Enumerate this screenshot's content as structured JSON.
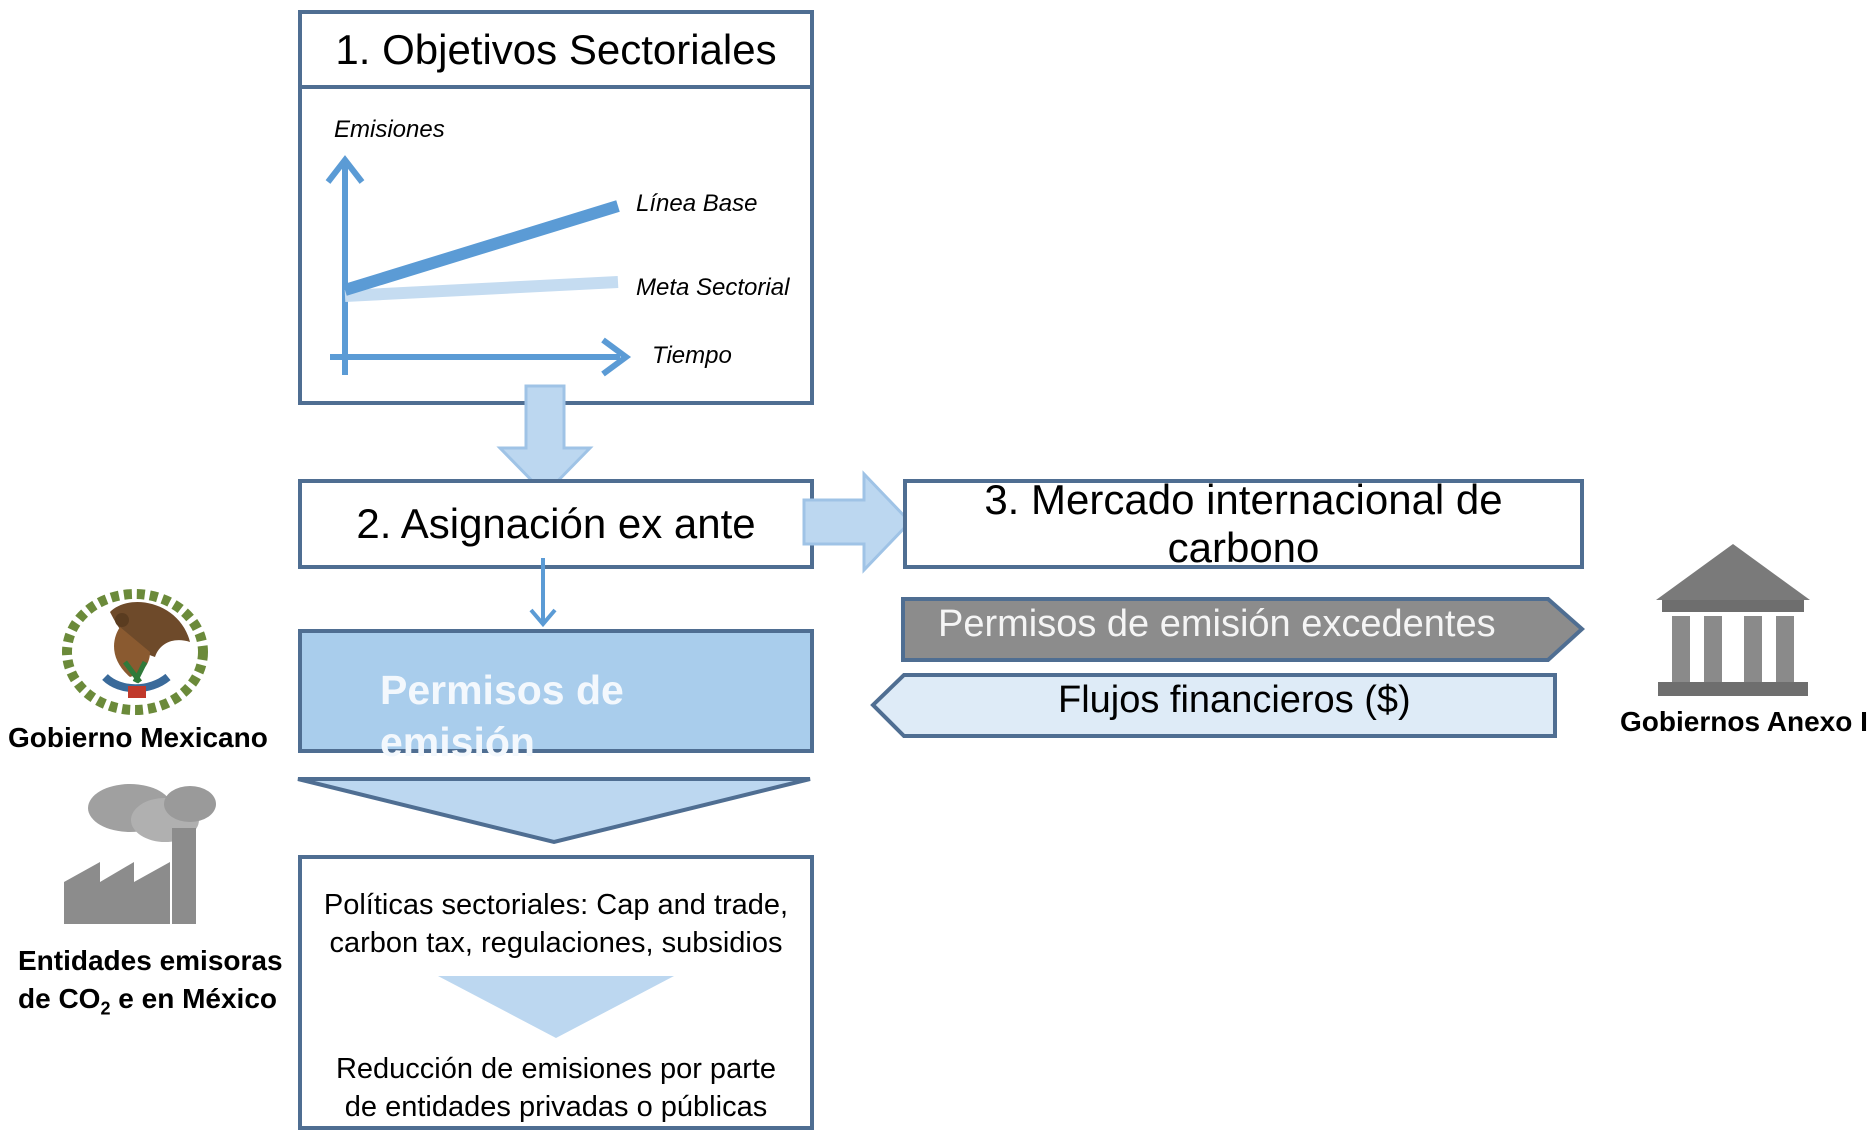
{
  "boxes": {
    "objectives": "1. Objetivos Sectoriales",
    "allocation": "2. Asignación ex ante",
    "market": "3. Mercado internacional de carbono",
    "permits": "Permisos de emisión",
    "policies": "Políticas sectoriales: Cap and trade, carbon tax,  regulaciones, subsidios",
    "reduction": "Reducción de emisiones por parte de entidades privadas o públicas"
  },
  "graph": {
    "y_label": "Emisiones",
    "x_label": "Tiempo",
    "baseline_label": "Línea Base",
    "target_label": "Meta Sectorial"
  },
  "flows": {
    "surplus_permits": "Permisos de emisión excedentes",
    "financial_flows": "Flujos financieros ($)"
  },
  "actors": {
    "mexican_government": "Gobierno Mexicano",
    "emitters_line1": "Entidades emisoras",
    "emitters_line2_prefix": "de CO",
    "emitters_subscript": "2",
    "emitters_line2_suffix": " e en México",
    "annex_governments": "Gobiernos Anexo I"
  },
  "colors": {
    "border": "#4f6e92",
    "graph_line": "#5b9bd5",
    "target_line": "#c5dcf1",
    "permits_fill": "#a9cdec",
    "light_arrow": "#bcd7f0",
    "gray_arrow": "#8c8c8c",
    "pale_arrow": "#deebf7"
  }
}
